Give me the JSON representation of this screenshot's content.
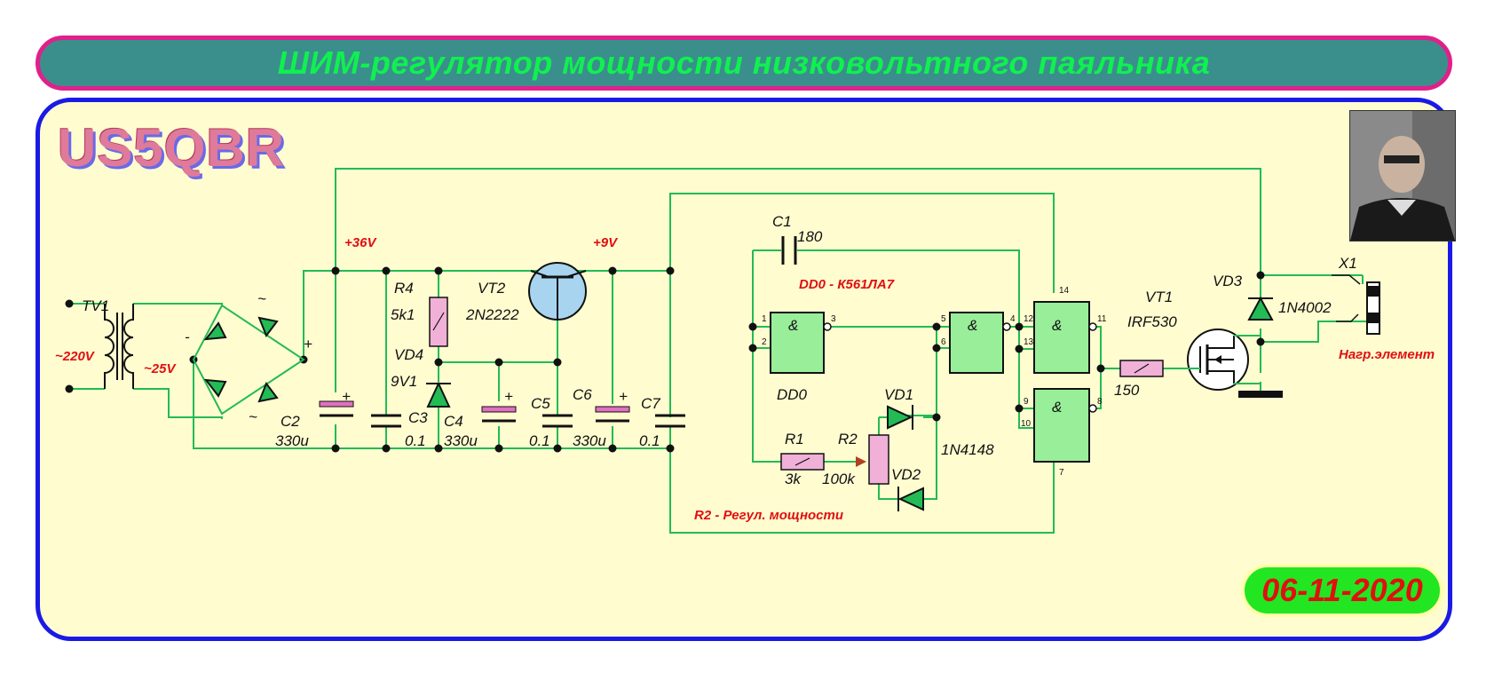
{
  "title": "ШИМ-регулятор мощности низковольтного паяльника",
  "author": "US5QBR",
  "date": "06-11-2020",
  "colors": {
    "wire": "#22bb55",
    "panel_bg": "#fffcd0",
    "panel_border": "#1a1ae6",
    "title_bg": "#3a8f8c",
    "title_border": "#e0208a",
    "title_text": "#10f050",
    "red": "#e01010",
    "gate": "#99ee99",
    "resistor": "#f0b0d8",
    "cap_elec": "#e070c0"
  },
  "labels": {
    "tv1": "TV1",
    "v220": "~220V",
    "v25": "~25V",
    "v36": "+36V",
    "v9": "+9V",
    "minus": "-",
    "plus": "+",
    "tilde": "~",
    "r4": "R4",
    "r4v": "5k1",
    "vt2": "VT2",
    "vt2v": "2N2222",
    "vd4": "VD4",
    "vd4v": "9V1",
    "c2": "C2",
    "c2v": "330u",
    "c3": "C3",
    "c3v": "0.1",
    "c4": "C4",
    "c4v": "330u",
    "c5": "C5",
    "c5v": "0.1",
    "c6": "C6",
    "c6v": "330u",
    "c7": "C7",
    "c7v": "0.1",
    "c1": "C1",
    "c1v": "180",
    "dd0_note": "DD0 - К561ЛА7",
    "dd0": "DD0",
    "vd1": "VD1",
    "vd2": "VD2",
    "d1n4148": "1N4148",
    "r1": "R1",
    "r1v": "3k",
    "r2": "R2",
    "r2v": "100k",
    "r2_note": "R2 - Регул. мощности",
    "vt1": "VT1",
    "vt1v": "IRF530",
    "r150": "150",
    "vd3": "VD3",
    "vd3v": "1N4002",
    "x1": "X1",
    "heater": "Нагр.элемент",
    "amp": "&",
    "p1": "1",
    "p2": "2",
    "p3": "3",
    "p4": "4",
    "p5": "5",
    "p6": "6",
    "p7": "7",
    "p8": "8",
    "p9": "9",
    "p10": "10",
    "p11": "11",
    "p12": "12",
    "p13": "13",
    "p14": "14"
  }
}
